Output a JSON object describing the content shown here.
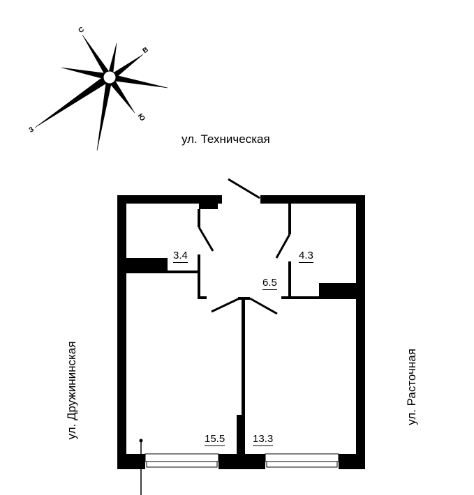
{
  "compass": {
    "north": "С",
    "east": "В",
    "south": "Ю",
    "west": "З"
  },
  "streets": {
    "top": "ул. Техническая",
    "left": "ул. Дружининская",
    "right": "ул. Расточная"
  },
  "rooms": {
    "closet_left": "3.4",
    "closet_right": "4.3",
    "hall": "6.5",
    "room_left": "15.5",
    "room_right": "13.3"
  },
  "colors": {
    "wall": "#000000",
    "background": "#ffffff"
  }
}
